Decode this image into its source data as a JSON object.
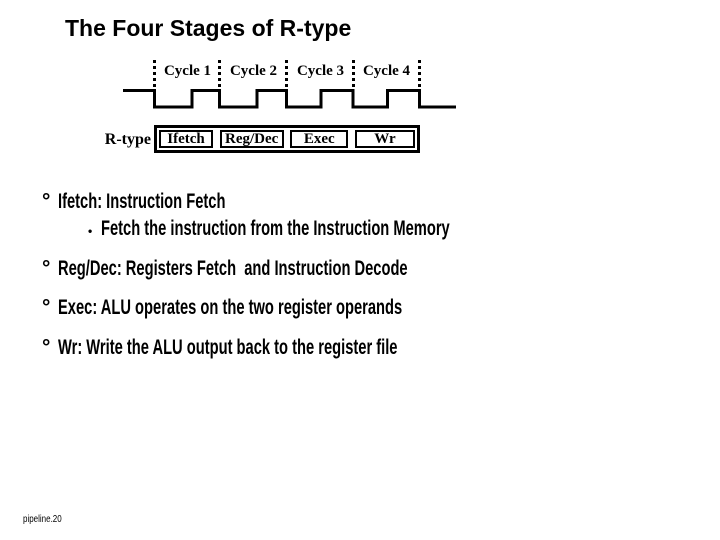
{
  "title": "The Four Stages of R-type",
  "diagram": {
    "cycles": [
      "Cycle 1",
      "Cycle 2",
      "Cycle 3",
      "Cycle 4"
    ],
    "row_label": "R-type",
    "stages": [
      "Ifetch",
      "Reg/Dec",
      "Exec",
      "Wr"
    ]
  },
  "bullets": [
    {
      "marker": "°",
      "text": "Ifetch: Instruction Fetch",
      "sub": [
        {
          "marker": "•",
          "text": "Fetch the instruction from the Instruction Memory"
        }
      ]
    },
    {
      "marker": "°",
      "text": "Reg/Dec: Registers Fetch  and Instruction Decode"
    },
    {
      "marker": "°",
      "text": "Exec: ALU operates on the two register operands"
    },
    {
      "marker": "°",
      "text": "Wr: Write the ALU output back to the register file"
    }
  ],
  "footer": "pipeline.20",
  "colors": {
    "text": "#000000",
    "background": "#ffffff",
    "line": "#000000"
  }
}
